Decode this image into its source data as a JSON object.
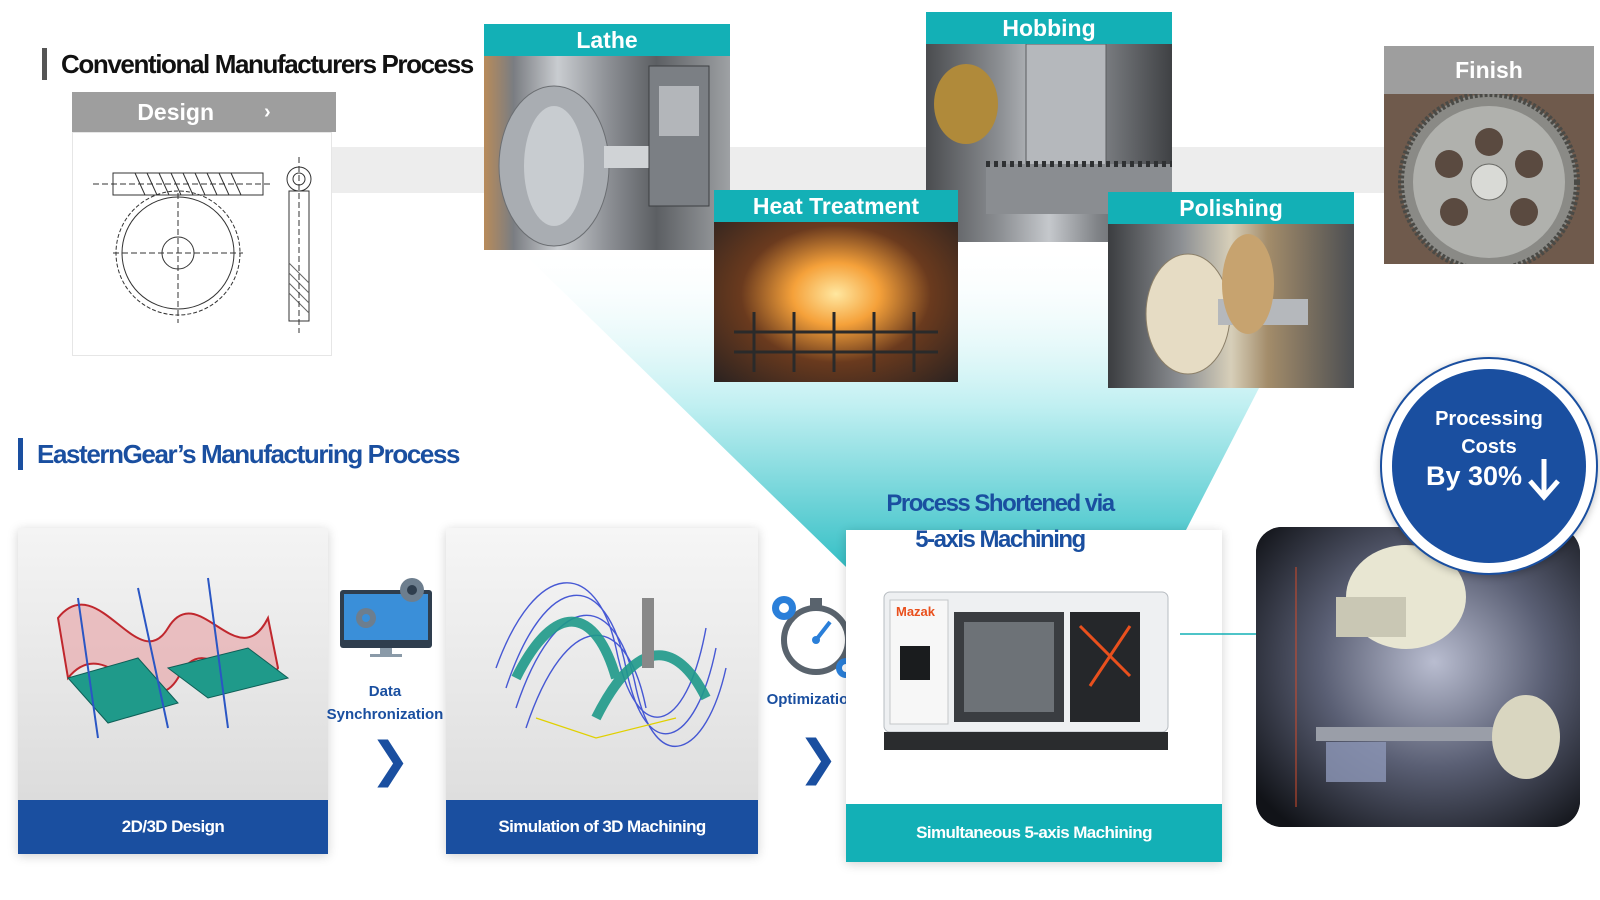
{
  "conventional": {
    "title": "Conventional Manufacturers Process",
    "design_label": "Design",
    "design_chevron": "›",
    "steps": {
      "lathe": "Lathe",
      "hobbing": "Hobbing",
      "heat_treatment": "Heat Treatment",
      "polishing": "Polishing",
      "finish": "Finish"
    }
  },
  "eastern": {
    "title": "EasternGear’s Manufacturing Process",
    "cards": {
      "design": "2D/3D  Design",
      "simulation": "Simulation of 3D Machining",
      "machining": "Simultaneous 5-axis Machining"
    },
    "connectors": {
      "data_sync_line1": "Data",
      "data_sync_line2": "Synchronization",
      "optimization": "Optimization",
      "chevron": "❯"
    },
    "shortened_line1": "Process Shortened via",
    "shortened_line2": "5-axis Machining",
    "machine_brand": "Mazak"
  },
  "cost_badge": {
    "line1": "Processing",
    "line2": "Costs",
    "value": "By 30%"
  },
  "colors": {
    "teal": "#13b0b6",
    "blue": "#1a4fa0",
    "gray_header": "#9e9e9e"
  }
}
